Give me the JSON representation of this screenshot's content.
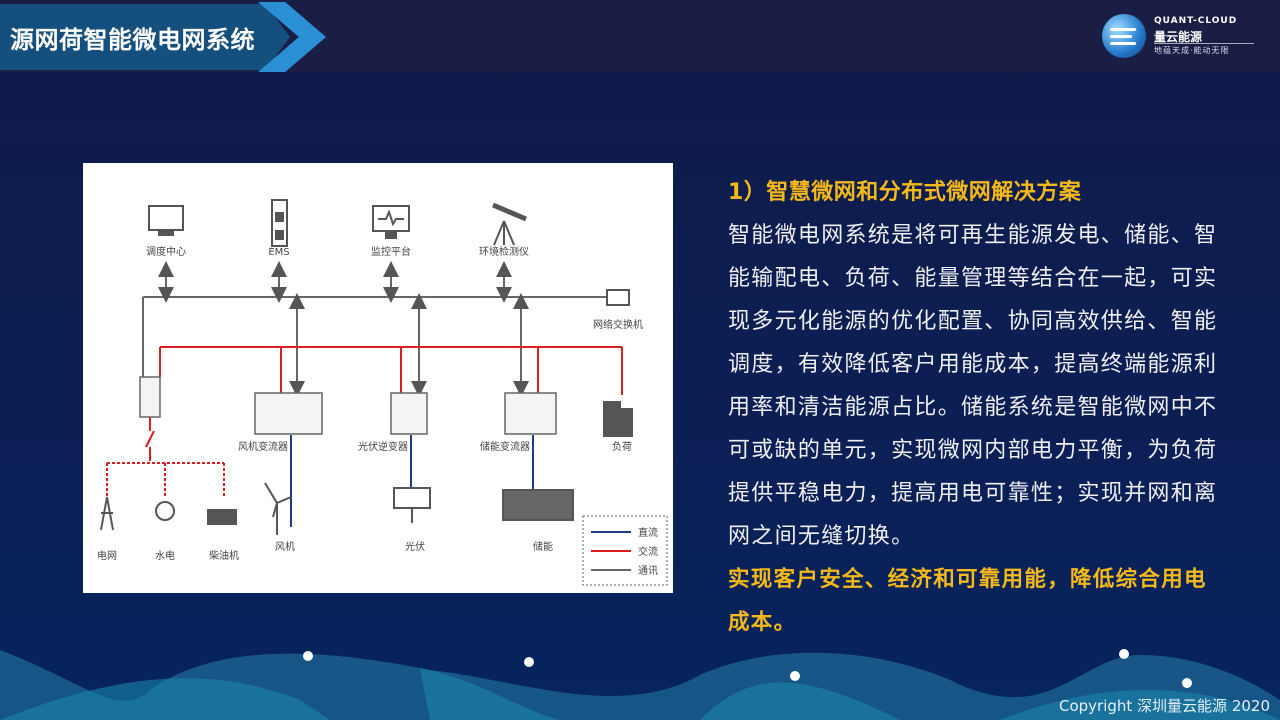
{
  "header": {
    "title": "源网荷智能微电网系统"
  },
  "logo": {
    "en": "QUANT-CLOUD",
    "cn": "量云能源",
    "slogan": "地蕴天成·能动无限"
  },
  "diagram": {
    "top_nodes": [
      "调度中心",
      "EMS",
      "监控平台",
      "环境检测仪"
    ],
    "switch_label": "网络交换机",
    "converters": [
      "风机变流器",
      "光伏逆变器",
      "储能变流器"
    ],
    "load": "负荷",
    "sources": [
      "电网",
      "水电",
      "柴油机"
    ],
    "generators": [
      "风机",
      "光伏",
      "储能"
    ],
    "legend": [
      {
        "label": "直流",
        "color": "#1f3a8a"
      },
      {
        "label": "交流",
        "color": "#d81e1e"
      },
      {
        "label": "通讯",
        "color": "#666666"
      }
    ]
  },
  "content": {
    "heading": "1）智慧微网和分布式微网解决方案",
    "lines": [
      "智能微电网系统是将可再生能源发电、储能、智",
      "能输配电、负荷、能量管理等结合在一起，可实",
      "现多元化能源的优化配置、协同高效供给、智能",
      "调度，有效降低客户用能成本，提高终端能源利",
      "用率和清洁能源占比。储能系统是智能微网中不",
      "可或缺的单元，实现微网内部电力平衡，为负荷",
      "提供平稳电力，提高用电可靠性；实现并网和离",
      "网之间无缝切换。"
    ],
    "highlight": [
      "实现客户安全、经济和可靠用能，降低综合用电",
      "成本。"
    ]
  },
  "footer": {
    "copyright": "Copyright 深圳量云能源 2020"
  }
}
